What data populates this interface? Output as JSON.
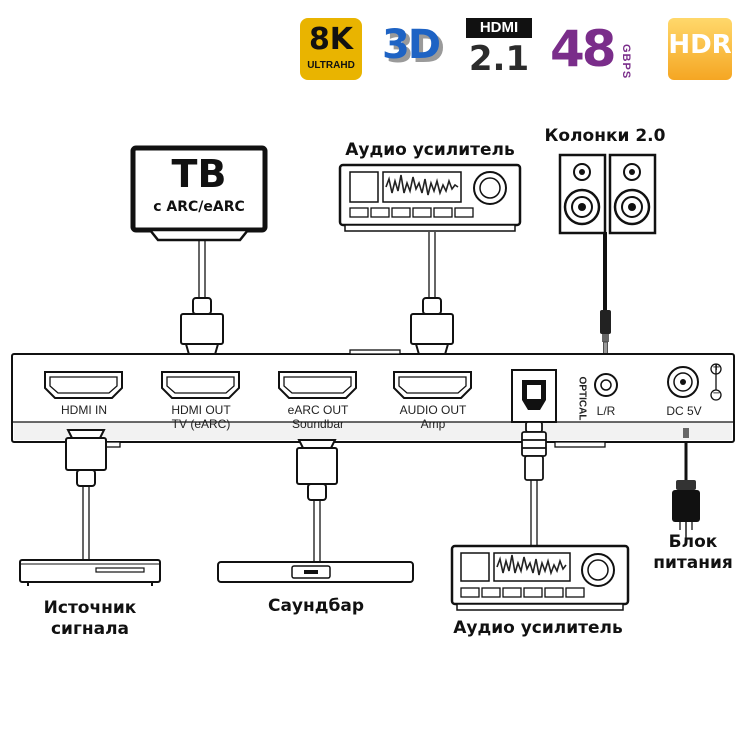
{
  "badges": {
    "res": "8K",
    "res_sub": "ULTRAHD",
    "threed": "3D",
    "hdmi_top": "HDMI",
    "hdmi_ver": "2.1",
    "bandwidth": "48",
    "bandwidth_unit": "GBPS",
    "hdr": "HDR"
  },
  "devices": {
    "tv_title": "ТВ",
    "tv_sub": "с ARC/eARC",
    "amp_top_label": "Аудио усилитель",
    "speakers_label": "Колонки 2.0",
    "source_label": "Источник сигнала",
    "soundbar_label": "Саундбар",
    "amp_bottom_label": "Аудио усилитель",
    "power_label": "Блок питания"
  },
  "ports": {
    "hdmi_in": "HDMI IN",
    "hdmi_out": "HDMI OUT",
    "hdmi_out_sub": "TV (eARC)",
    "earc_out": "eARC OUT",
    "earc_out_sub": "Soundbar",
    "audio_out": "AUDIO OUT",
    "audio_out_sub": "Amp",
    "optical": "OPTICAL",
    "lr": "L/R",
    "dc": "DC 5V",
    "plus": "+",
    "minus": "−"
  }
}
